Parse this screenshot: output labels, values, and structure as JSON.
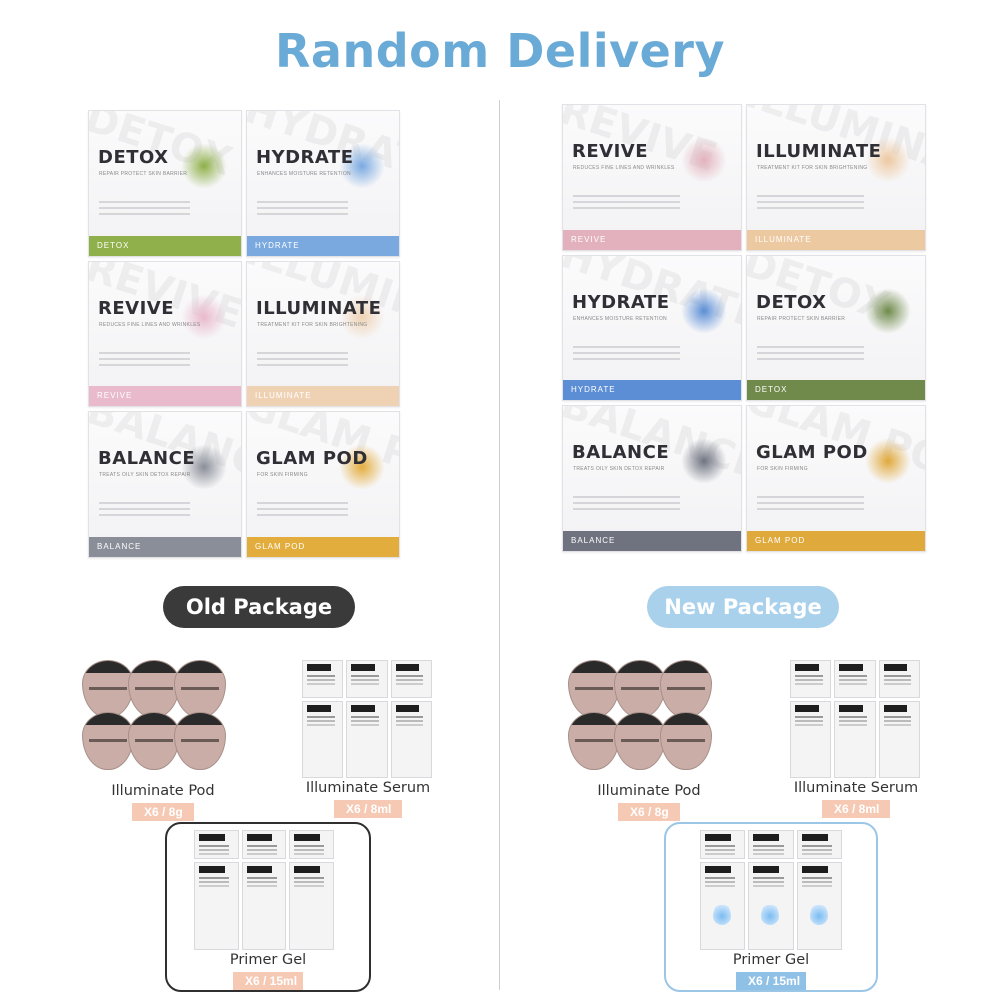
{
  "title": "Random Delivery",
  "old": {
    "label": "Old Package",
    "boxes": [
      {
        "name": "DETOX",
        "sub": "REPAIR PROTECT SKIN BARRIER",
        "band": "DETOX",
        "color": "#8fb04a"
      },
      {
        "name": "HYDRATE",
        "sub": "ENHANCES MOISTURE RETENTION",
        "band": "HYDRATE",
        "color": "#7aa9e0"
      },
      {
        "name": "REVIVE",
        "sub": "REDUCES FINE LINES AND WRINKLES",
        "band": "REVIVE",
        "color": "#e9b9cc"
      },
      {
        "name": "ILLUMINATE",
        "sub": "TREATMENT KIT FOR SKIN BRIGHTENING",
        "band": "ILLUMINATE",
        "color": "#efd2b4"
      },
      {
        "name": "BALANCE",
        "sub": "TREATS OILY SKIN DETOX REPAIR",
        "band": "BALANCE",
        "color": "#8a8e98"
      },
      {
        "name": "GLAM POD",
        "sub": "FOR SKIN FIRMING",
        "band": "GLAM POD",
        "color": "#e3ad3e"
      }
    ]
  },
  "new": {
    "label": "New Package",
    "boxes": [
      {
        "name": "REVIVE",
        "sub": "REDUCES FINE LINES AND WRINKLES",
        "band": "REVIVE",
        "color": "#e2b1bd"
      },
      {
        "name": "ILLUMINATE",
        "sub": "TREATMENT KIT FOR SKIN BRIGHTENING",
        "band": "ILLUMINATE",
        "color": "#edc9a2"
      },
      {
        "name": "HYDRATE",
        "sub": "ENHANCES MOISTURE RETENTION",
        "band": "HYDRATE",
        "color": "#5c8ed6"
      },
      {
        "name": "DETOX",
        "sub": "REPAIR PROTECT SKIN BARRIER",
        "band": "DETOX",
        "color": "#6f8a4a"
      },
      {
        "name": "BALANCE",
        "sub": "TREATS OILY SKIN DETOX REPAIR",
        "band": "BALANCE",
        "color": "#6f7380"
      },
      {
        "name": "GLAM POD",
        "sub": "FOR SKIN FIRMING",
        "band": "GLAM POD",
        "color": "#e0a93c"
      }
    ]
  },
  "items": {
    "pod_label": "Illuminate Pod",
    "pod_qty": "X6 / 8g",
    "serum_label": "Illuminate Serum",
    "serum_qty": "X6 / 8ml",
    "primer_label": "Primer Gel",
    "primer_qty": "X6 / 15ml"
  },
  "colors": {
    "title": "#6aaad6",
    "old_pill": "#3a3a3a",
    "new_pill": "#a9d1ec",
    "qty_peach": "#f5c9b3",
    "qty_blue": "#8fc0e6"
  }
}
